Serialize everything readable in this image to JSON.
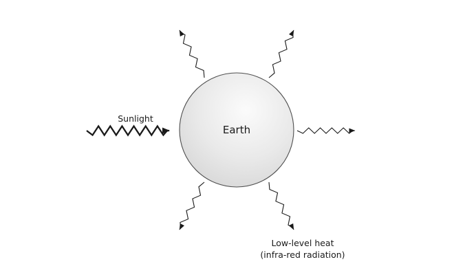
{
  "diagram": {
    "earth_label": "Earth",
    "sunlight_label": "Sunlight",
    "heat_label_line1": "Low-level heat",
    "heat_label_line2": "(infra-red radiation)",
    "colors": {
      "line": "#1a1a1a",
      "sphere_edge": "#4d4d4d",
      "sphere_highlight": "#fbfbfb",
      "sphere_mid": "#e3e3e3",
      "sphere_dark": "#cfcfcf",
      "background": "#ffffff"
    },
    "arrows": {
      "incoming": "sunlight-from-left",
      "outgoing_directions": [
        "upper-left",
        "upper-right",
        "right",
        "lower-left",
        "lower-right"
      ]
    }
  }
}
